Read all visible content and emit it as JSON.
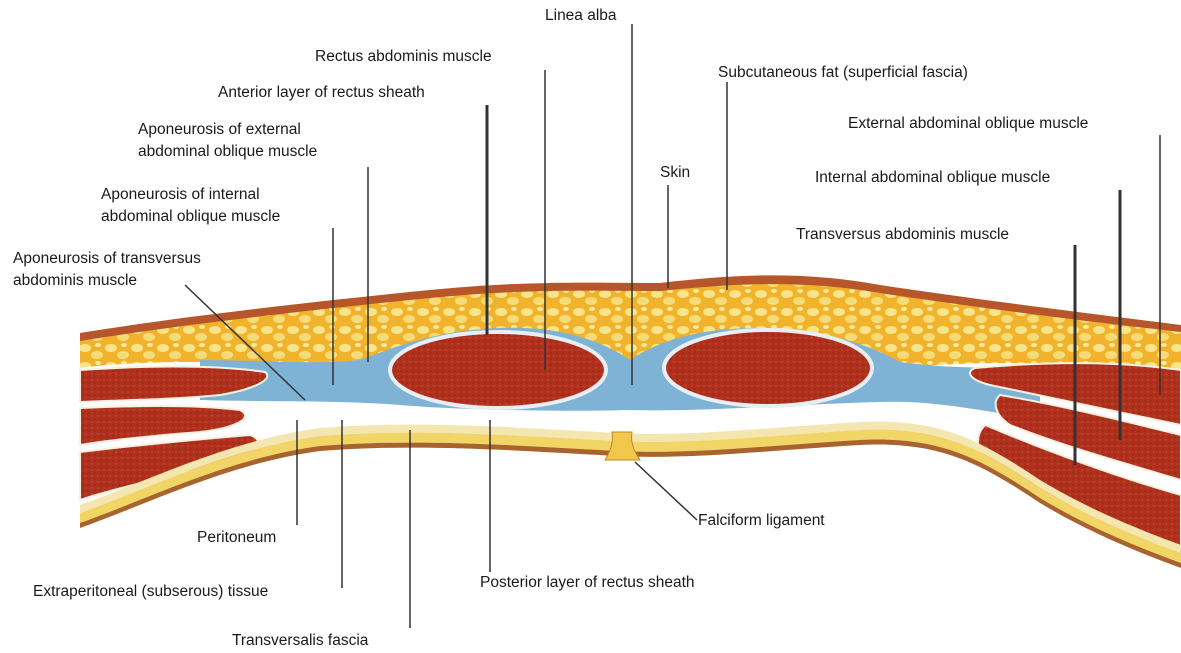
{
  "diagram": {
    "labels": {
      "linea_alba": "Linea alba",
      "rectus_abdominis": "Rectus abdominis muscle",
      "anterior_rectus_sheath": "Anterior layer of rectus sheath",
      "subcutaneous_fat": "Subcutaneous fat (superficial fascia)",
      "external_oblique": "External abdominal oblique muscle",
      "internal_oblique": "Internal abdominal oblique muscle",
      "transversus": "Transversus abdominis muscle",
      "skin": "Skin",
      "apo_external_1": "Aponeurosis of external",
      "apo_external_2": "abdominal oblique muscle",
      "apo_internal_1": "Aponeurosis of internal",
      "apo_internal_2": "abdominal oblique muscle",
      "apo_transversus_1": "Aponeurosis of transversus",
      "apo_transversus_2": "abdominis muscle",
      "peritoneum": "Peritoneum",
      "extraperitoneal": "Extraperitoneal (subserous) tissue",
      "transversalis": "Transversalis fascia",
      "posterior_rectus_sheath": "Posterior layer of rectus sheath",
      "falciform": "Falciform ligament"
    },
    "colors": {
      "fat": "#f2b52a",
      "fat_lobule": "#f8e58a",
      "skin": "#b8562b",
      "fascia": "#7fb3d5",
      "muscle": "#b0301e",
      "muscle_border": "#7a1d10",
      "extraperitoneal": "#f5e08a",
      "peritoneum": "#c07a3a",
      "leader": "#333333"
    }
  }
}
